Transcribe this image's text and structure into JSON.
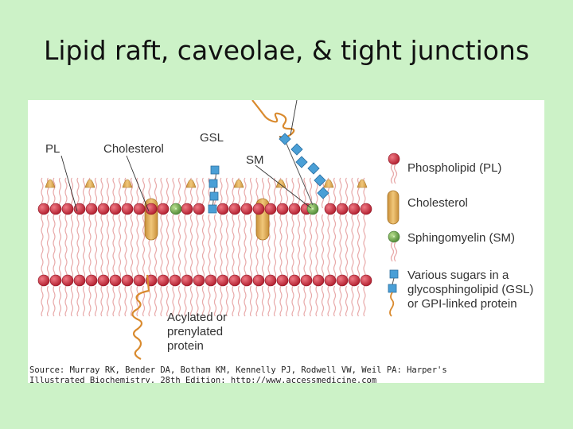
{
  "slide": {
    "title": "Lipid raft, caveolae, & tight junctions"
  },
  "diagram": {
    "labels": {
      "pl": "PL",
      "cholesterol": "Cholesterol",
      "gsl": "GSL",
      "sm": "SM",
      "acylated_line1": "Acylated or",
      "acylated_line2": "prenylated",
      "acylated_line3": "protein"
    },
    "legend": {
      "phospholipid": "Phospholipid (PL)",
      "cholesterol": "Cholesterol",
      "sphingomyelin": "Sphingomyelin (SM)",
      "sugars_line1": "Various sugars in a",
      "sugars_line2": "glycosphingolipid (GSL)",
      "sugars_line3": "or GPI-linked protein"
    },
    "colors": {
      "phospholipid_head": "#c8283a",
      "cholesterol": "#e3b25a",
      "sphingomyelin": "#6da04c",
      "sugar": "#4a9fd6",
      "tail": "#e8a9a9",
      "protein": "#d98a2e",
      "background": "#ccf2c7"
    }
  },
  "source": {
    "line1": "Source: Murray RK, Bender DA, Botham KM, Kennelly PJ, Rodwell VW, Weil PA: Harper's",
    "line2": "Illustrated Biochemistry, 28th Edition: http://www.accessmedicine.com"
  }
}
